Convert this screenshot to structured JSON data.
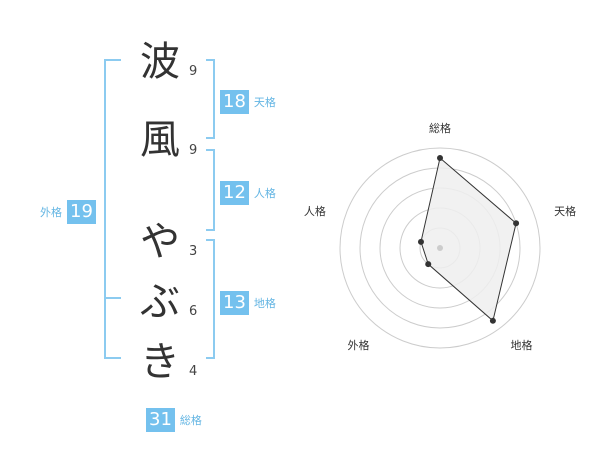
{
  "characters": [
    {
      "char": "波",
      "strokes": "9"
    },
    {
      "char": "風",
      "strokes": "9"
    },
    {
      "char": "や",
      "strokes": "3"
    },
    {
      "char": "ぶ",
      "strokes": "6"
    },
    {
      "char": "き",
      "strokes": "4"
    }
  ],
  "kaku": {
    "tenkaku": {
      "label": "天格",
      "value": "18"
    },
    "jinkaku": {
      "label": "人格",
      "value": "12"
    },
    "chikaku": {
      "label": "地格",
      "value": "13"
    },
    "gaikaku": {
      "label": "外格",
      "value": "19"
    },
    "soukaku": {
      "label": "総格",
      "value": "31"
    }
  },
  "chart_data": {
    "type": "radar",
    "axes": [
      "総格",
      "天格",
      "地格",
      "外格",
      "人格"
    ],
    "max": 5,
    "rings": 5,
    "values": [
      4.5,
      4,
      4.5,
      1,
      1
    ]
  },
  "colors": {
    "accent": "#74c1ee",
    "bracket": "#8ccbf0",
    "fill": "#eeeeee",
    "ring": "#cccccc"
  }
}
